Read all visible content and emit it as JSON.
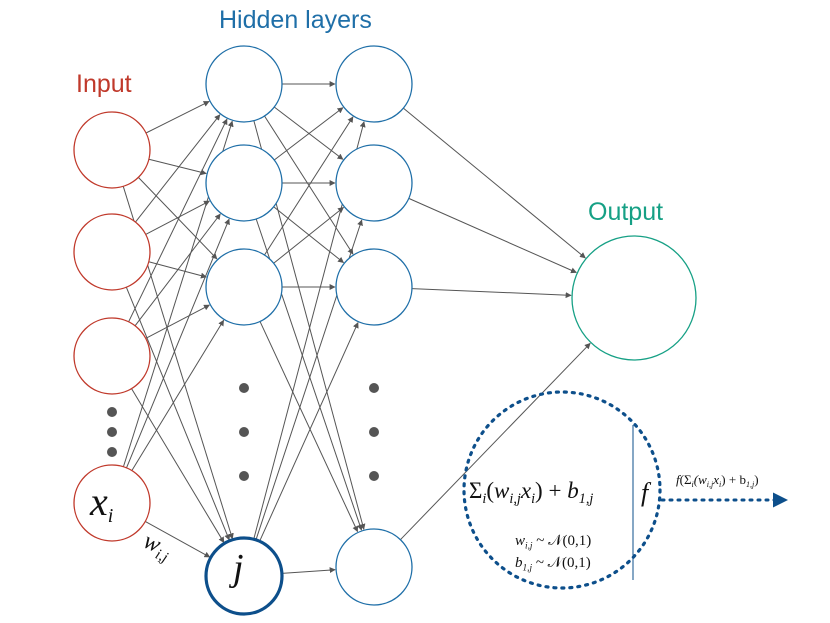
{
  "labels": {
    "input": "Input",
    "hidden": "Hidden layers",
    "output": "Output"
  },
  "math": {
    "node_input_symbol": "x",
    "node_input_sub": "i",
    "node_hidden_symbol": "j",
    "weight_symbol": "w",
    "weight_sub": "i,j",
    "detail_sum": "Σ",
    "detail_sum_sub": "i",
    "detail_open": "(",
    "detail_w": "w",
    "detail_w_sub": "i,j",
    "detail_x": "x",
    "detail_x_sub": "i",
    "detail_close": ") + ",
    "detail_b": "b",
    "detail_b_sub": "1,j",
    "detail_f": "f",
    "w_dist_w": "w",
    "w_dist_sub": "i,j",
    "w_dist_rest": " ~ 𝒩(0,1)",
    "b_dist_b": "b",
    "b_dist_sub": "1,j",
    "b_dist_rest": " ~ 𝒩(0,1)",
    "out_f": "f",
    "out_open": "(Σ",
    "out_sum_sub": "i",
    "out_w": "(w",
    "out_w_sub": "i,j",
    "out_x": "x",
    "out_x_sub": "i",
    "out_mid": ") + b",
    "out_b_sub": "1,j",
    "out_close": ")"
  },
  "colors": {
    "input": "#c0392b",
    "hidden": "#1f6fa8",
    "output": "#16a085",
    "edge": "#555555",
    "dots": "#555555",
    "detail": "#0d4f8b"
  }
}
